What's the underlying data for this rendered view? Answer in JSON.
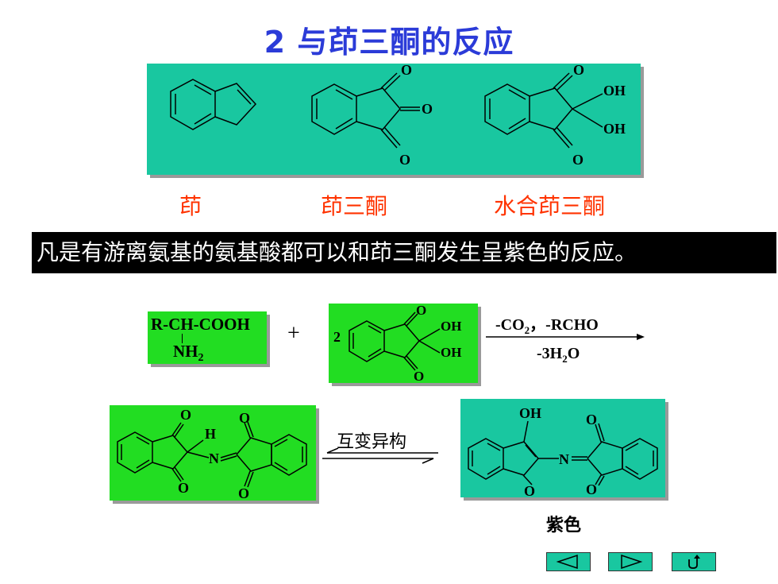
{
  "slide": {
    "title": "2  与茚三酮的反应",
    "labels": {
      "indene": "茚",
      "ninhydrin": "茚三酮",
      "hydrated": "水合茚三酮"
    },
    "banner": "凡是有游离氨基的氨基酸都可以和茚三酮发生呈紫色的反应。",
    "amino_acid": {
      "line1": "R-CH-COOH",
      "line2": "NH",
      "line2_sub": "2"
    },
    "plus": "+",
    "coefficient": "2",
    "atoms": {
      "O": "O",
      "OH": "OH",
      "H": "H",
      "N": "N"
    },
    "conditions": {
      "above_a": "-CO",
      "above_sub": "2",
      "above_b": "，-RCHO",
      "below_a": "-3H",
      "below_sub": "2",
      "below_b": "O"
    },
    "tautomer_label": "互变异构",
    "product_label": "紫色"
  },
  "colors": {
    "teal": "#19c7a0",
    "green": "#22dd22",
    "title": "#2b3bd8",
    "label": "#ff3300"
  },
  "nav": [
    {
      "icon": "triangle-left-icon"
    },
    {
      "icon": "triangle-right-icon"
    },
    {
      "icon": "return-arrow-icon"
    }
  ]
}
